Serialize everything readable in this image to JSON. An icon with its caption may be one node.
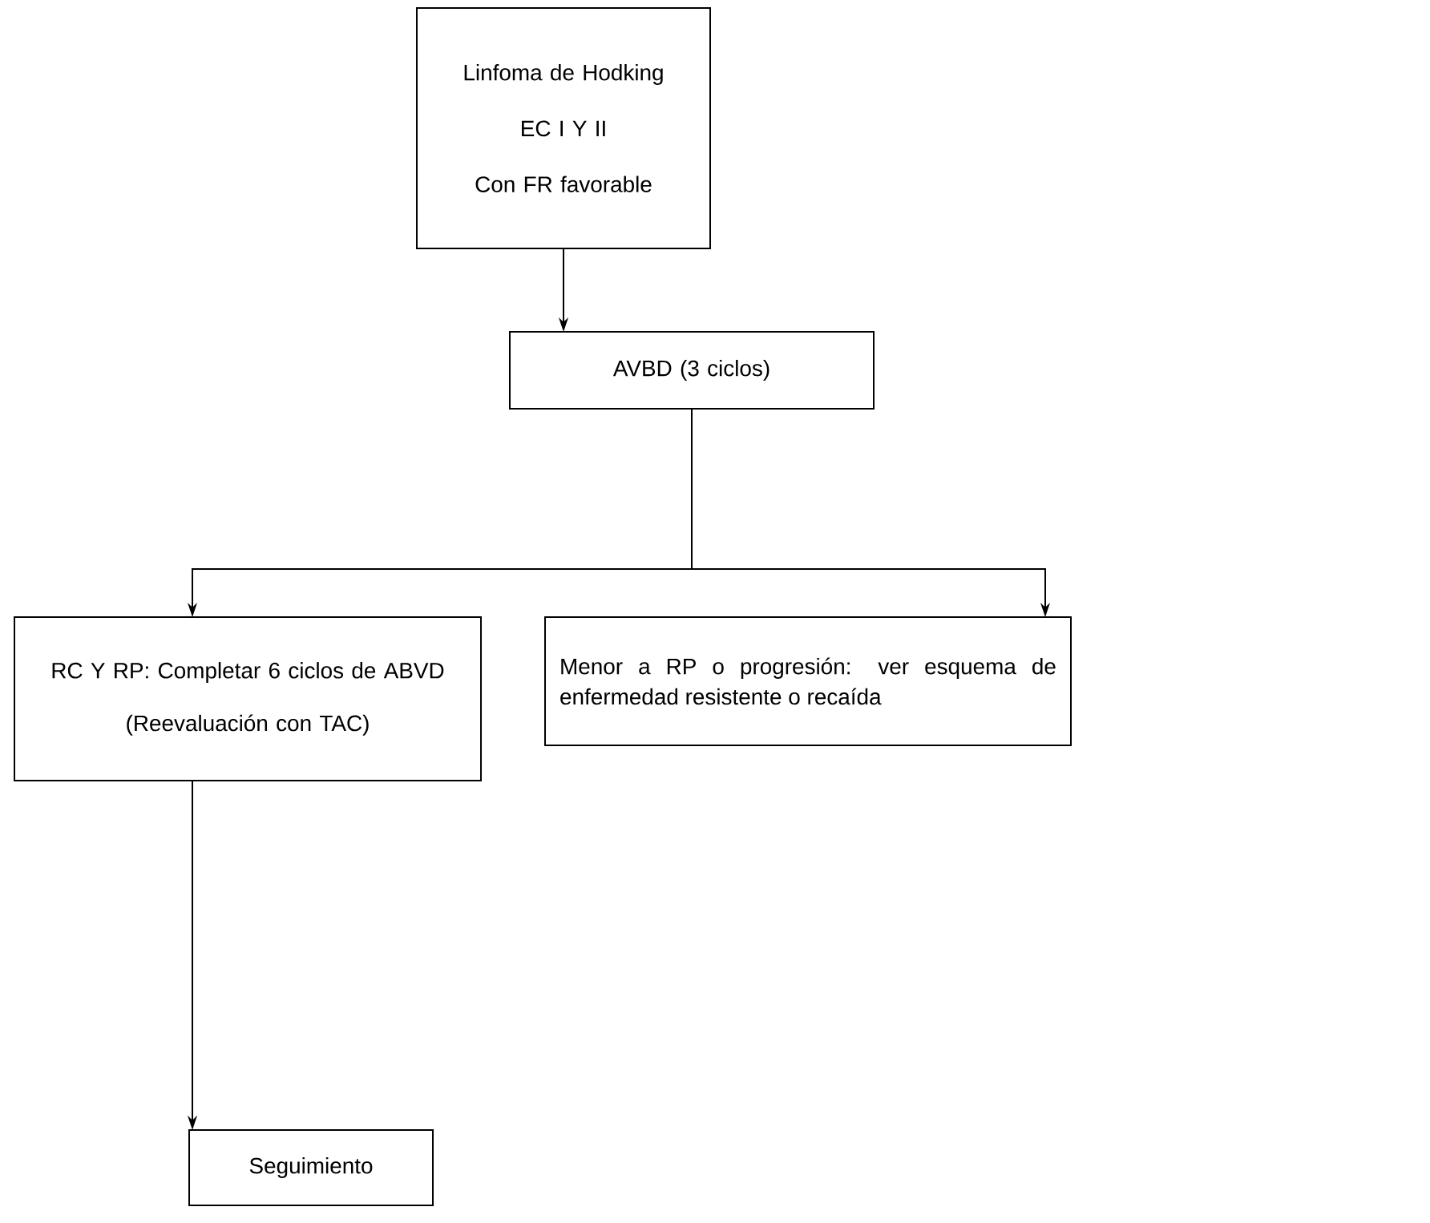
{
  "diagram": {
    "nodes": [
      {
        "text": [
          "Linfoma de Hodking",
          "EC I Y II",
          "Con FR favorable"
        ]
      },
      {
        "text": [
          "AVBD (3 ciclos)"
        ]
      },
      {
        "text": [
          "RC Y RP: Completar 6 ciclos de ABVD",
          "(Reevaluación con TAC)"
        ]
      },
      {
        "text": [
          "Menor a RP o progresión: ver esquema de enfermedad resistente o recaída"
        ]
      },
      {
        "text": [
          "Seguimiento"
        ]
      }
    ],
    "edges": [
      {
        "from": 0,
        "to": 1,
        "arrow": "to"
      },
      {
        "from": 1,
        "to": 2,
        "arrow": "to"
      },
      {
        "from": 1,
        "to": 3,
        "arrow": "to"
      },
      {
        "from": 2,
        "to": 4,
        "arrow": "to"
      }
    ]
  }
}
